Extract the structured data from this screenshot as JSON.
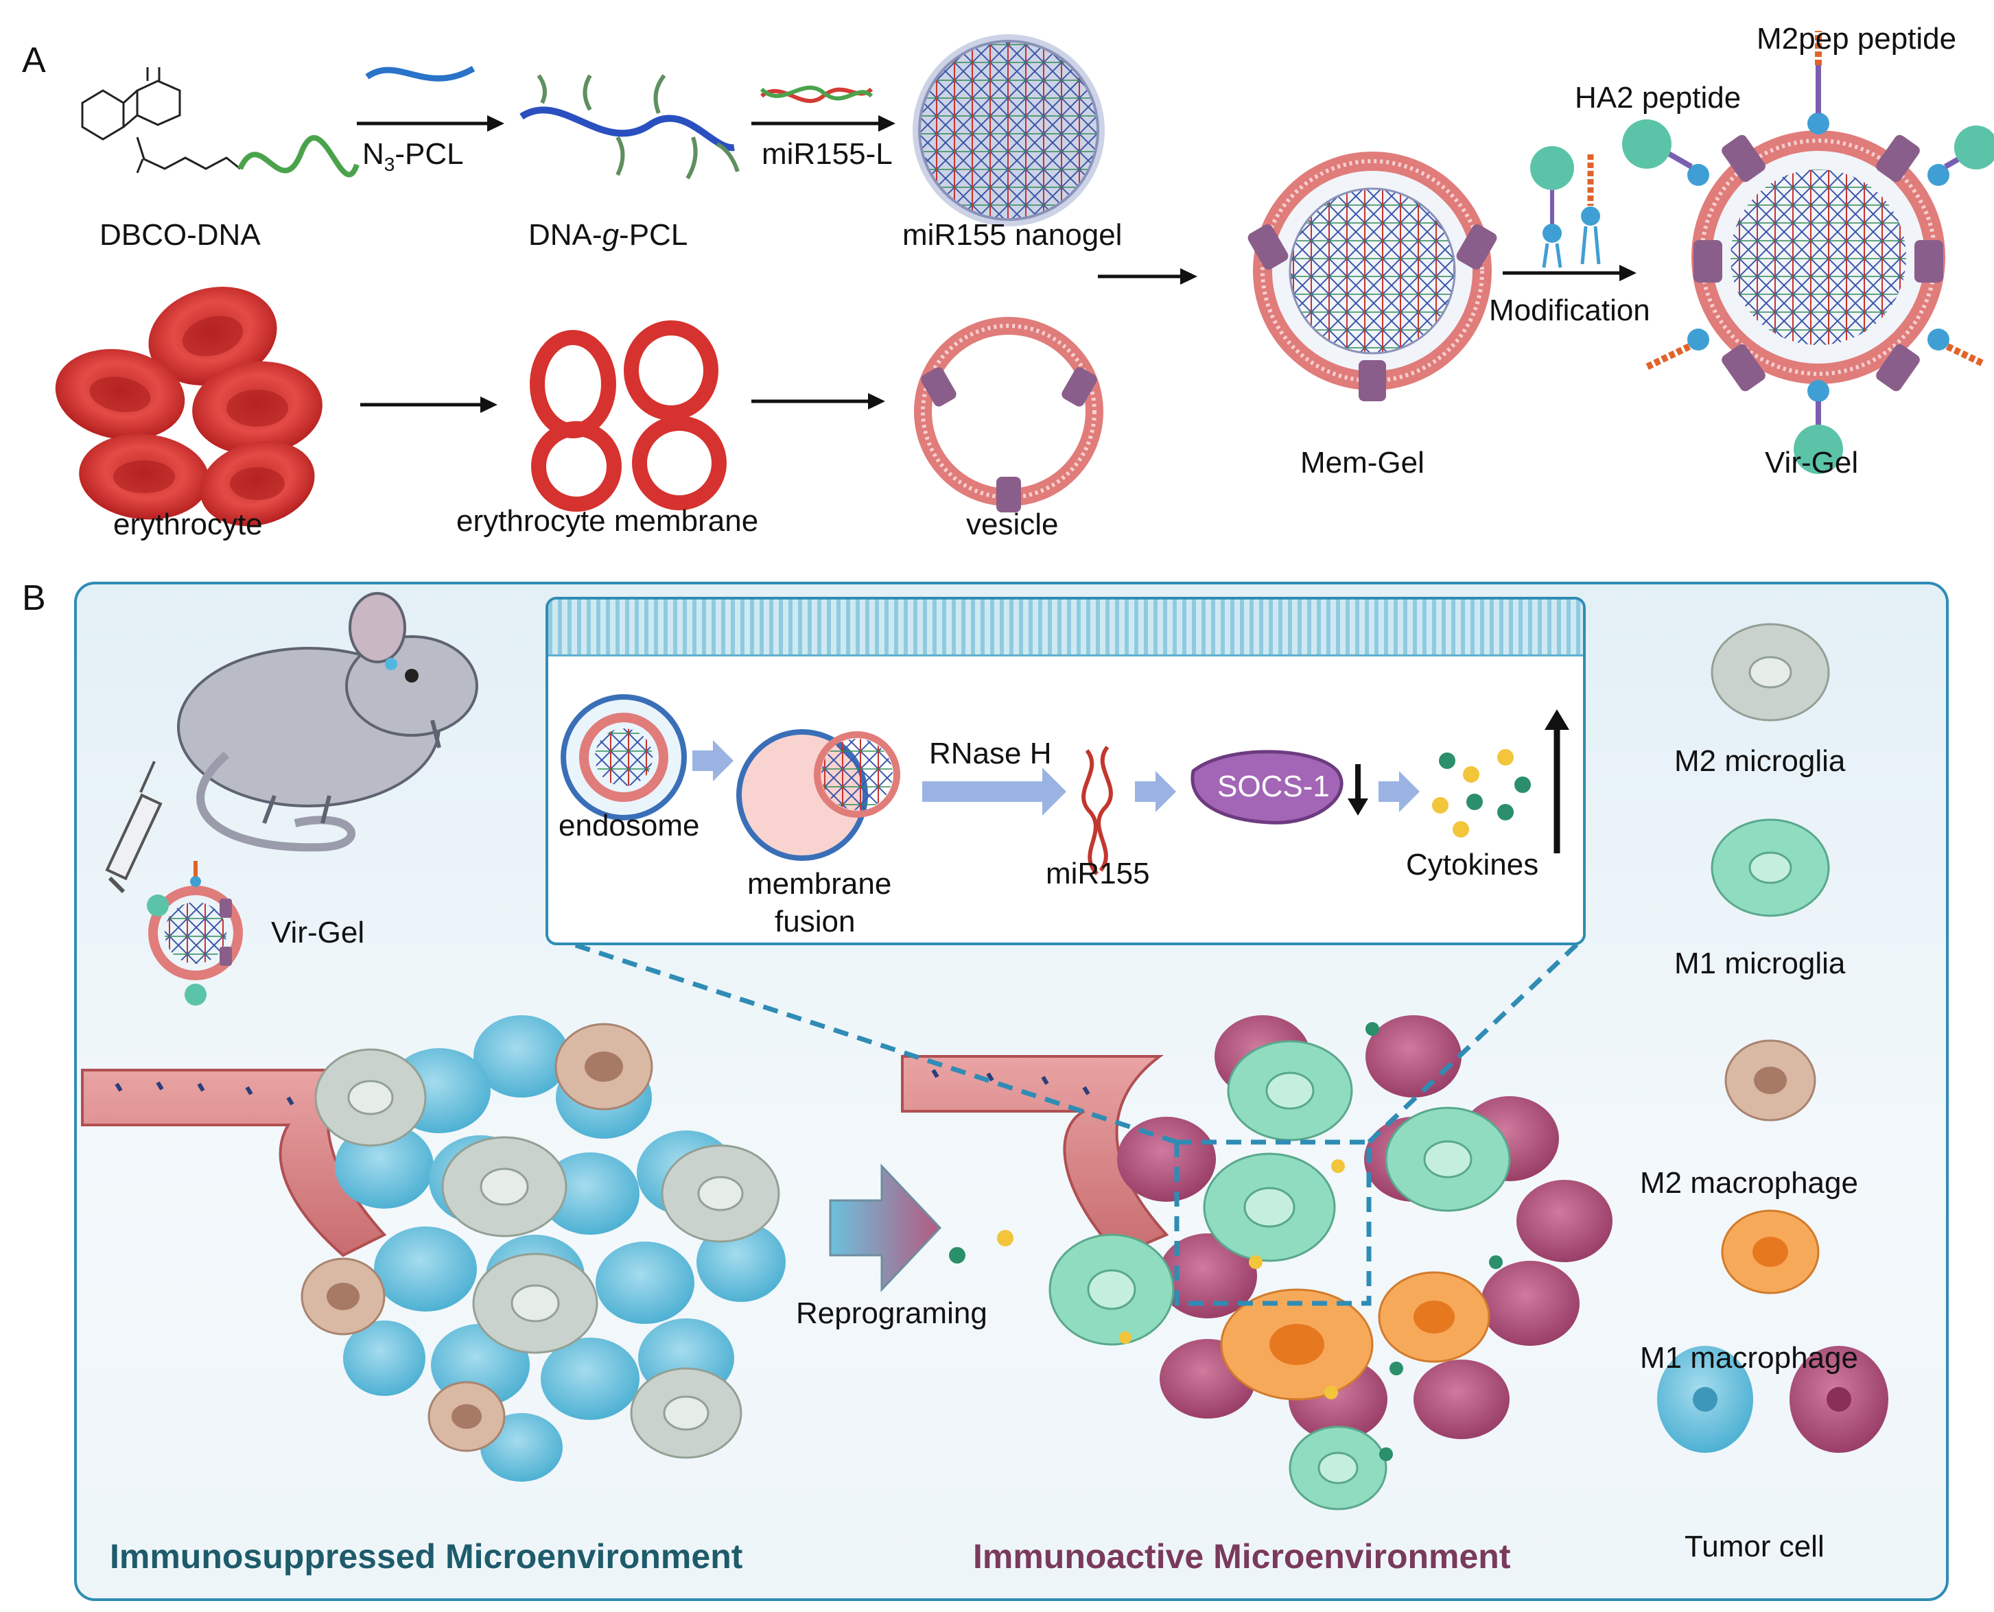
{
  "panel_a": {
    "label": "A",
    "dbco_dna": "DBCO-DNA",
    "n3_pcl_prefix": "N",
    "n3_pcl_sub": "3",
    "n3_pcl_suffix": "-PCL",
    "dna_g_pcl_prefix": "DNA-",
    "dna_g_pcl_italic": "g",
    "dna_g_pcl_suffix": "-PCL",
    "mir155_l": "miR155-L",
    "mir155_nanogel": "miR155 nanogel",
    "erythrocyte": "erythrocyte",
    "erythrocyte_membrane": "erythrocyte membrane",
    "vesicle": "vesicle",
    "mem_gel": "Mem-Gel",
    "modification": "Modification",
    "ha2_peptide": "HA2 peptide",
    "m2pep_peptide": "M2pep peptide",
    "vir_gel": "Vir-Gel"
  },
  "panel_b": {
    "label": "B",
    "vir_gel": "Vir-Gel",
    "endosome": "endosome",
    "membrane_fusion_1": "membrane",
    "membrane_fusion_2": "fusion",
    "rnase_h": "RNase H",
    "mir155": "miR155",
    "socs1": "SOCS-1",
    "cytokines": "Cytokines",
    "reprograming": "Reprograming",
    "immunosuppressed": "Immunosuppressed Microenvironment",
    "immunoactive": "Immunoactive Microenvironment",
    "legend": {
      "m2_microglia": "M2 microglia",
      "m1_microglia": "M1 microglia",
      "m2_macrophage": "M2 macrophage",
      "m1_macrophage": "M1 macrophage",
      "tumor_cell": "Tumor cell"
    }
  },
  "colors": {
    "frame_blue": "#2f8cb5",
    "membrane_red": "#e05a55",
    "tumor_blue": "#6cc1dc",
    "tumor_purple": "#b45a80",
    "m1_green": "#8fdcc0",
    "m2_gray": "#c9d2cc",
    "m2_macro": "#d9b8a4",
    "m1_macro": "#f7a95a",
    "title_teal": "#1e5b6b",
    "title_purple": "#7a3a5c"
  }
}
